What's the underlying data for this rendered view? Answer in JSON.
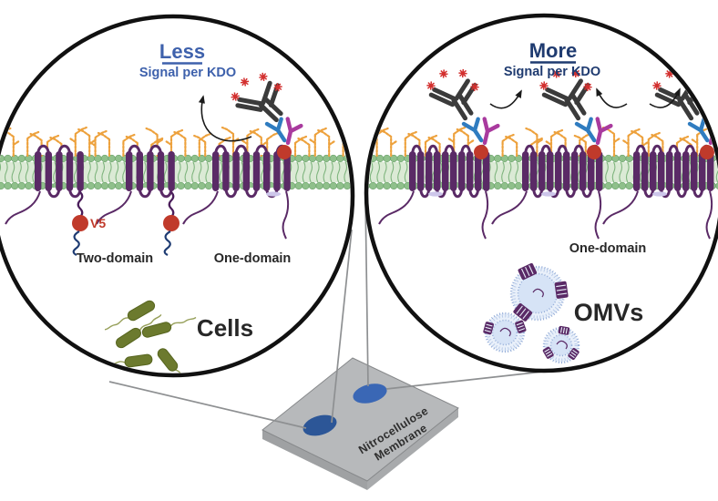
{
  "figure": {
    "left_panel": {
      "title": "Less",
      "subtitle": "Signal per KDO",
      "label_two_domain": "Two-domain",
      "label_one_domain": "One-domain",
      "sample_label": "Cells",
      "tag_label": "V5"
    },
    "right_panel": {
      "title": "More",
      "subtitle": "Signal per KDO",
      "label_one_domain": "One-domain",
      "sample_label": "OMVs"
    },
    "blot": {
      "label_line1": "Nitrocellulose",
      "label_line2": "Membrane"
    }
  },
  "colors": {
    "accent_blue_left": "#3E61AC",
    "accent_navy_right": "#1F3B70",
    "label_dark": "#272727",
    "membrane_head": "#8FC08B",
    "membrane_head_edge": "#6FA46E",
    "membrane_inner": "#DBEAD5",
    "membrane_tail": "#7FB57E",
    "protein_purple": "#5A2A66",
    "lps_orange": "#EDA13C",
    "antibody_dark": "#3B3B3B",
    "antibody_blue": "#2F7CC0",
    "antibody_magenta": "#A93A9E",
    "star_red": "#D3302F",
    "tag_red": "#C03A2B",
    "tag_linker_purple": "#4A1D5A",
    "tag_cytoplasmic_navy": "#1F3C73",
    "cell_olive": "#6C7A2E",
    "cell_olive_edge": "#57651F",
    "flagella": "#97A05B",
    "omv_fill_outer": "#E9F0FA",
    "omv_fill_inner": "#D6E3F6",
    "omv_ring": "#93ACD8",
    "omv_ring2": "#B9CBE8",
    "spot_blue_left": "#2C5697",
    "spot_blue_right": "#3A67B5",
    "slab_top": "#B7B9BB",
    "slab_side_left": "#9FA1A3",
    "slab_side_right": "#A8AAAC",
    "slab_edge": "#87898B",
    "circle_outline": "#111111",
    "callout_gray": "#8E9092",
    "arrow_black": "#1a1a1a"
  }
}
